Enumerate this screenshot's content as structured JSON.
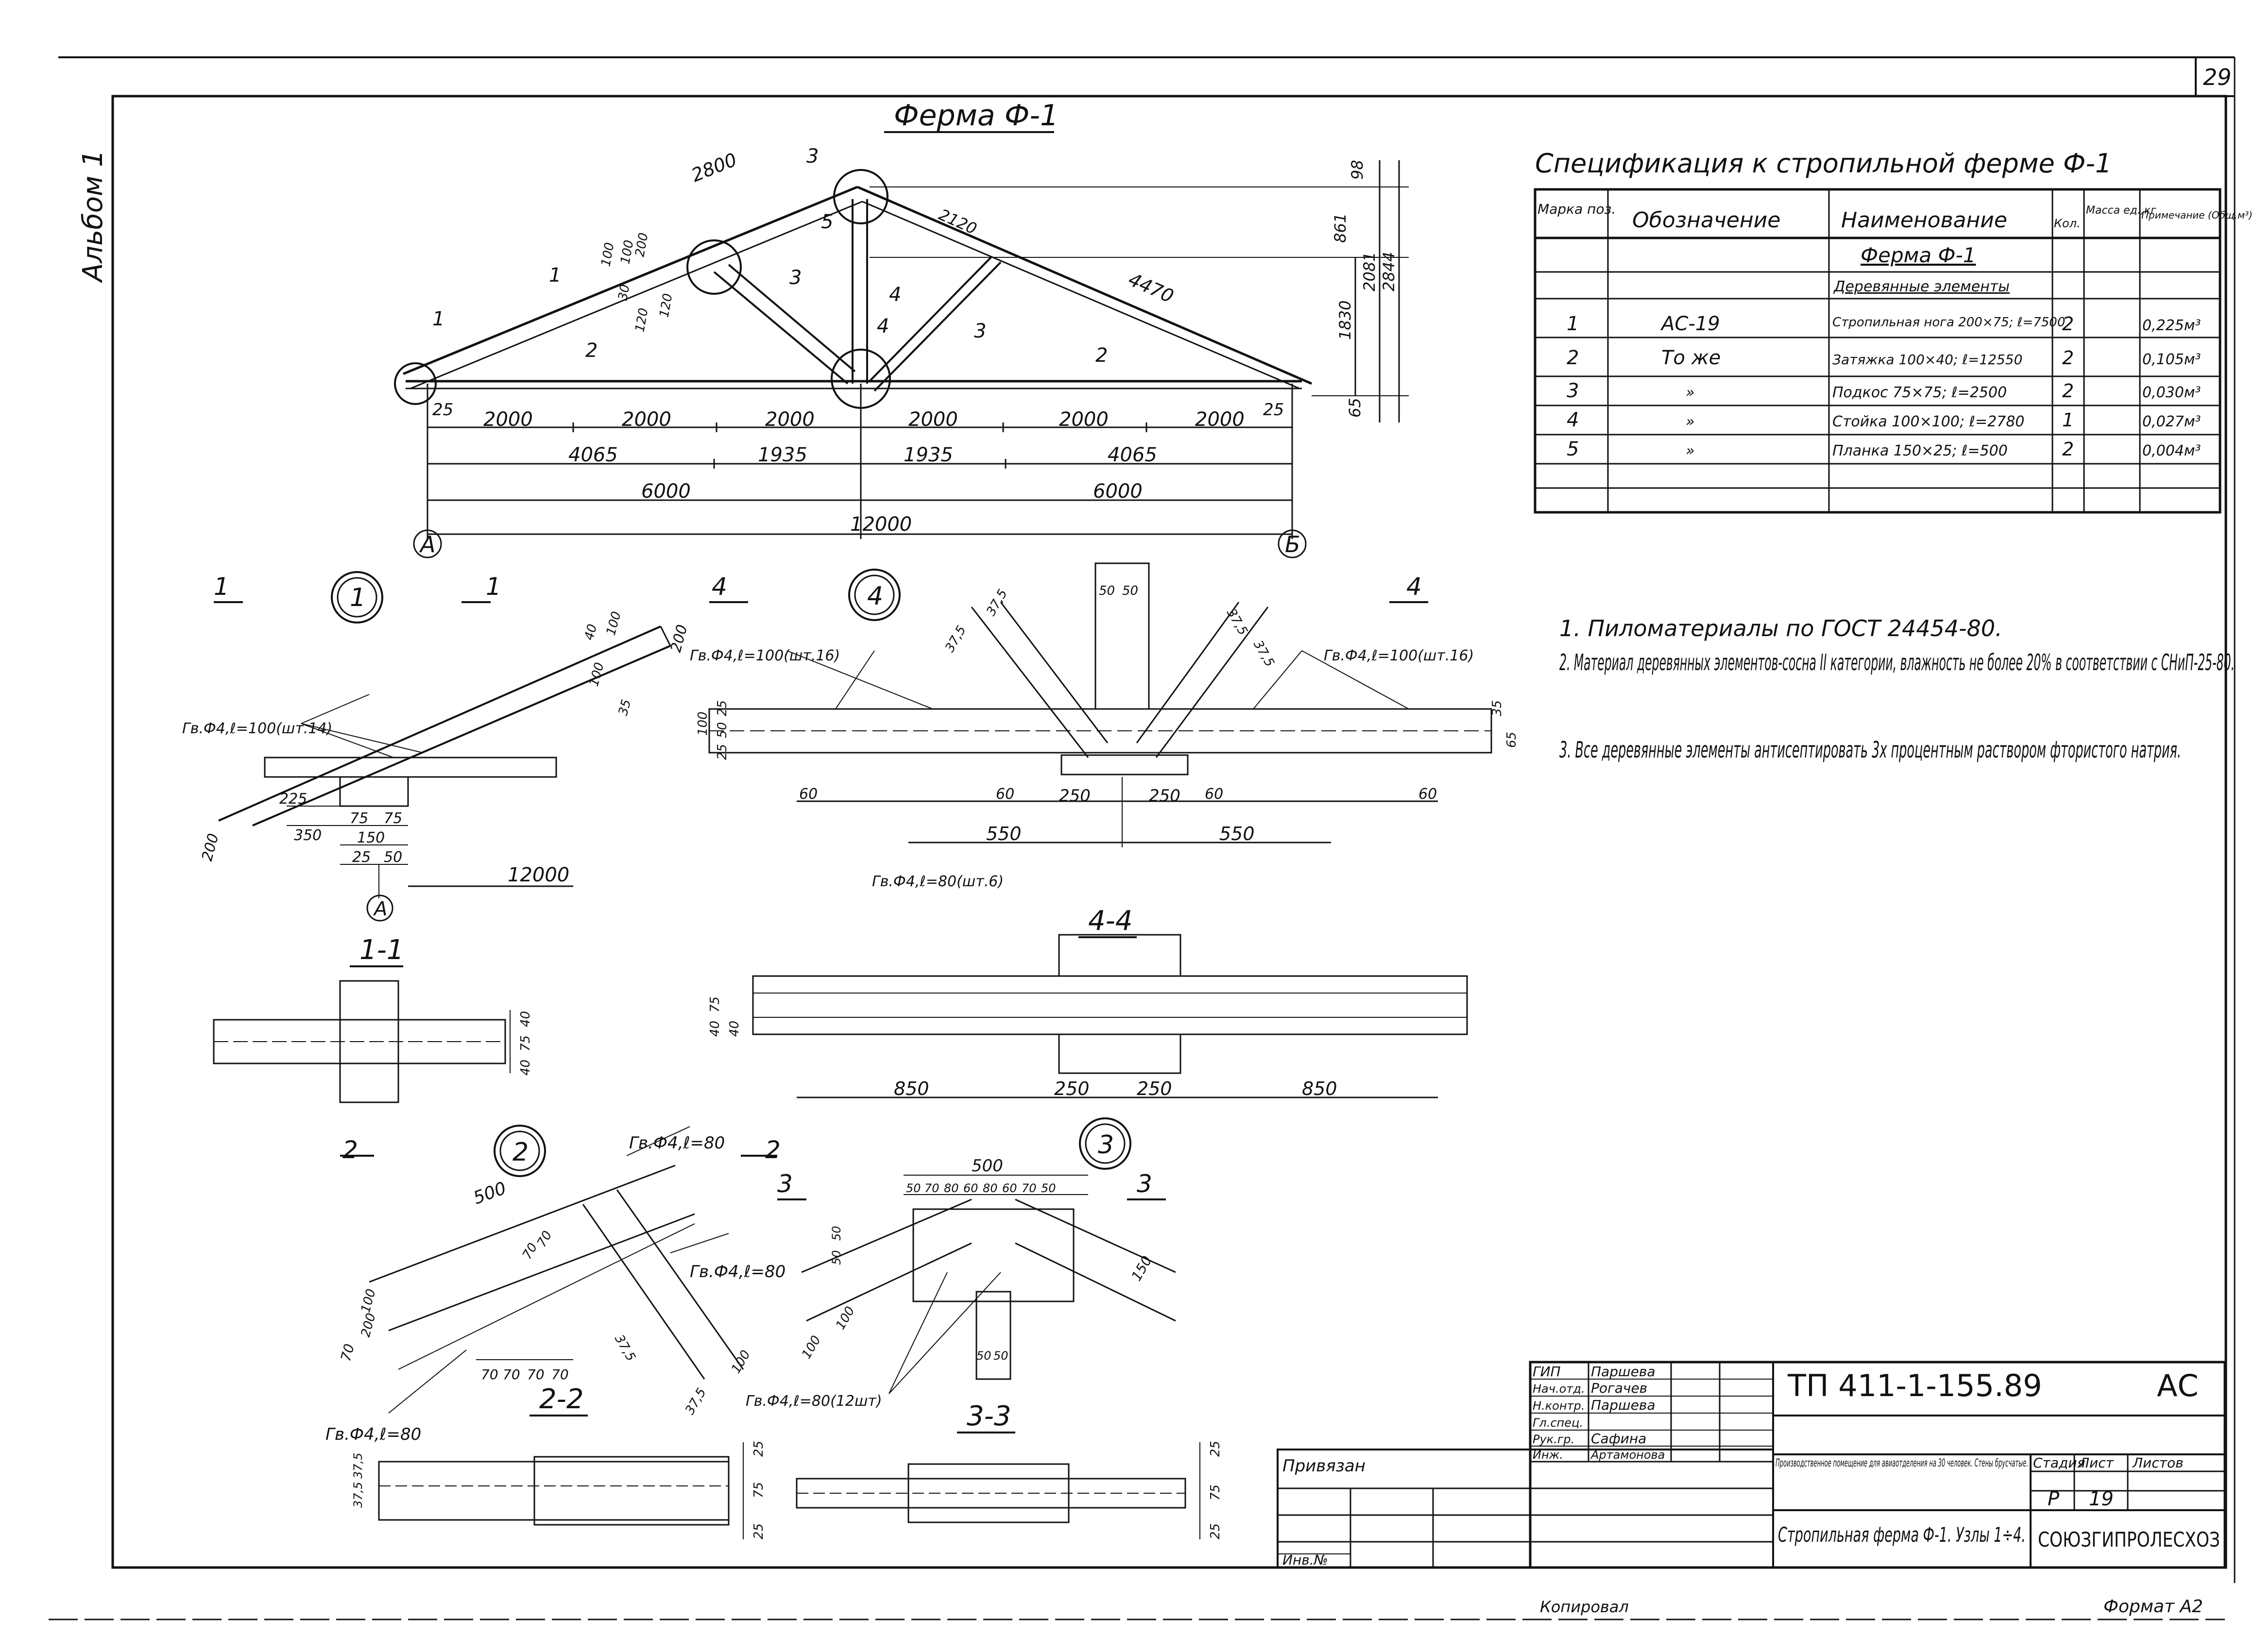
{
  "sheet": {
    "sheet_no": "29",
    "album": "Альбом 1",
    "copied": "Копировал",
    "format": "Формат А2",
    "inv": "Инв.№",
    "privyazan": "Привязан"
  },
  "truss": {
    "title": "Ферма Ф-1",
    "dims_bottom_row1": [
      "2000",
      "2000",
      "2000",
      "2000",
      "2000",
      "2000"
    ],
    "dims_bottom_row2": [
      "4065",
      "1935",
      "1935",
      "4065"
    ],
    "dims_bottom_row3": [
      "6000",
      "6000"
    ],
    "dims_total": "12000",
    "axis_a": "А",
    "axis_b": "Б",
    "dim_rafter_left": "2800",
    "dim_rafter_right": "4470",
    "dim_top": "2120",
    "dim_end_25a": "25",
    "dim_end_25b": "25",
    "dims_right_vertical": [
      "98",
      "861",
      "2081",
      "2844",
      "1830",
      "65"
    ],
    "small_dims": [
      "100",
      "100",
      "200",
      "30",
      "120",
      "120"
    ],
    "positions": [
      "1",
      "2",
      "3",
      "4",
      "5",
      "3",
      "4",
      "3",
      "2",
      "1"
    ]
  },
  "spec": {
    "title": "Спецификация к стропильной ферме Ф-1",
    "headers": [
      "Марка поз.",
      "Обозначение",
      "Наименование",
      "Кол.",
      "Масса ед.,кг",
      "Примечание (Общ.м³)"
    ],
    "group_title": "Ферма Ф-1",
    "group_subtitle": "Деревянные элементы",
    "rows": [
      {
        "pos": "1",
        "code": "АС-19",
        "name": "Стропильная нога 200×75; ℓ=7500",
        "qty": "2",
        "mass": "",
        "note": "0,225м³"
      },
      {
        "pos": "2",
        "code": "То же",
        "name": "Затяжка 100×40; ℓ=12550",
        "qty": "2",
        "mass": "",
        "note": "0,105м³"
      },
      {
        "pos": "3",
        "code": "»",
        "name": "Подкос 75×75; ℓ=2500",
        "qty": "2",
        "mass": "",
        "note": "0,030м³"
      },
      {
        "pos": "4",
        "code": "»",
        "name": "Стойка 100×100; ℓ=2780",
        "qty": "1",
        "mass": "",
        "note": "0,027м³"
      },
      {
        "pos": "5",
        "code": "»",
        "name": "Планка 150×25; ℓ=500",
        "qty": "2",
        "mass": "",
        "note": "0,004м³"
      }
    ]
  },
  "notes": [
    "1. Пиломатериалы по ГОСТ 24454-80.",
    "2. Материал деревянных элементов-сосна II категории, влажность не более 20% в соответствии с СНиП-25-80.",
    "3. Все деревянные элементы антисептировать 3х процентным раствором фтористого натрия."
  ],
  "node1": {
    "label": "1",
    "section_marks": [
      "1",
      "1"
    ],
    "nail_label": "Гв.Ф4,ℓ=100(шт.14)",
    "dims": [
      "225",
      "350",
      "75",
      "75",
      "150",
      "25",
      "50",
      "200",
      "12000",
      "40",
      "100",
      "100",
      "200",
      "35"
    ],
    "axis": "А",
    "section_title": "1-1",
    "section_dims": [
      "40",
      "75",
      "40"
    ]
  },
  "node4": {
    "label": "4",
    "section_marks": [
      "4",
      "4"
    ],
    "nail_left": "Гв.Ф4,ℓ=100(шт.16)",
    "nail_right": "Гв.Ф4,ℓ=100(шт.16)",
    "nail_bottom": "Гв.Ф4,ℓ=80(шт.6)",
    "dims": [
      "37,5",
      "37,5",
      "37,5",
      "37,5",
      "50",
      "50",
      "60",
      "60",
      "60",
      "60",
      "250",
      "250",
      "550",
      "550",
      "100",
      "25",
      "50",
      "25",
      "35",
      "65"
    ],
    "section_title": "4-4",
    "section_dims": [
      "850",
      "250",
      "250",
      "850",
      "40",
      "75",
      "40"
    ]
  },
  "node2": {
    "label": "2",
    "section_marks": [
      "2",
      "2"
    ],
    "nail_top": "Гв.Ф4,ℓ=80",
    "nail_right": "Гв.Ф4,ℓ=80",
    "nail_bottom": "Гв.Ф4,ℓ=80",
    "dims": [
      "500",
      "70",
      "70",
      "70",
      "70",
      "70",
      "70",
      "70",
      "200",
      "100",
      "100",
      "37,5",
      "37,5"
    ],
    "section_title": "2-2",
    "section_dims": [
      "37,5",
      "37,5",
      "25",
      "75",
      "25"
    ]
  },
  "node3": {
    "label": "3",
    "section_marks": [
      "3",
      "3"
    ],
    "nail_label": "Гв.Ф4,ℓ=80(12шт)",
    "dims": [
      "500",
      "50",
      "70",
      "80",
      "60",
      "80",
      "60",
      "70",
      "50",
      "50",
      "50",
      "150",
      "100",
      "100",
      "50",
      "50"
    ],
    "section_title": "3-3",
    "section_dims": [
      "25",
      "75",
      "25"
    ]
  },
  "stamp": {
    "code": "ТП 411-1-155.89",
    "mark": "АС",
    "roles": [
      "ГИП",
      "Нач.отд.",
      "Н.контр.",
      "Гл.спец.",
      "Рук.гр.",
      "Инж."
    ],
    "names": [
      "Паршева",
      "Рогачев",
      "Паршева",
      "",
      "Сафина",
      "Артамонова"
    ],
    "project": "Производственное помещение для авиаотделения на 30 человек. Стены брусчатые.",
    "stage_h": "Стадия",
    "sheet_h": "Лист",
    "sheets_h": "Листов",
    "stage": "Р",
    "sheet": "19",
    "drawing_title": "Стропильная ферма Ф-1. Узлы 1÷4.",
    "org": "СОЮЗГИПРОЛЕСХОЗ"
  }
}
